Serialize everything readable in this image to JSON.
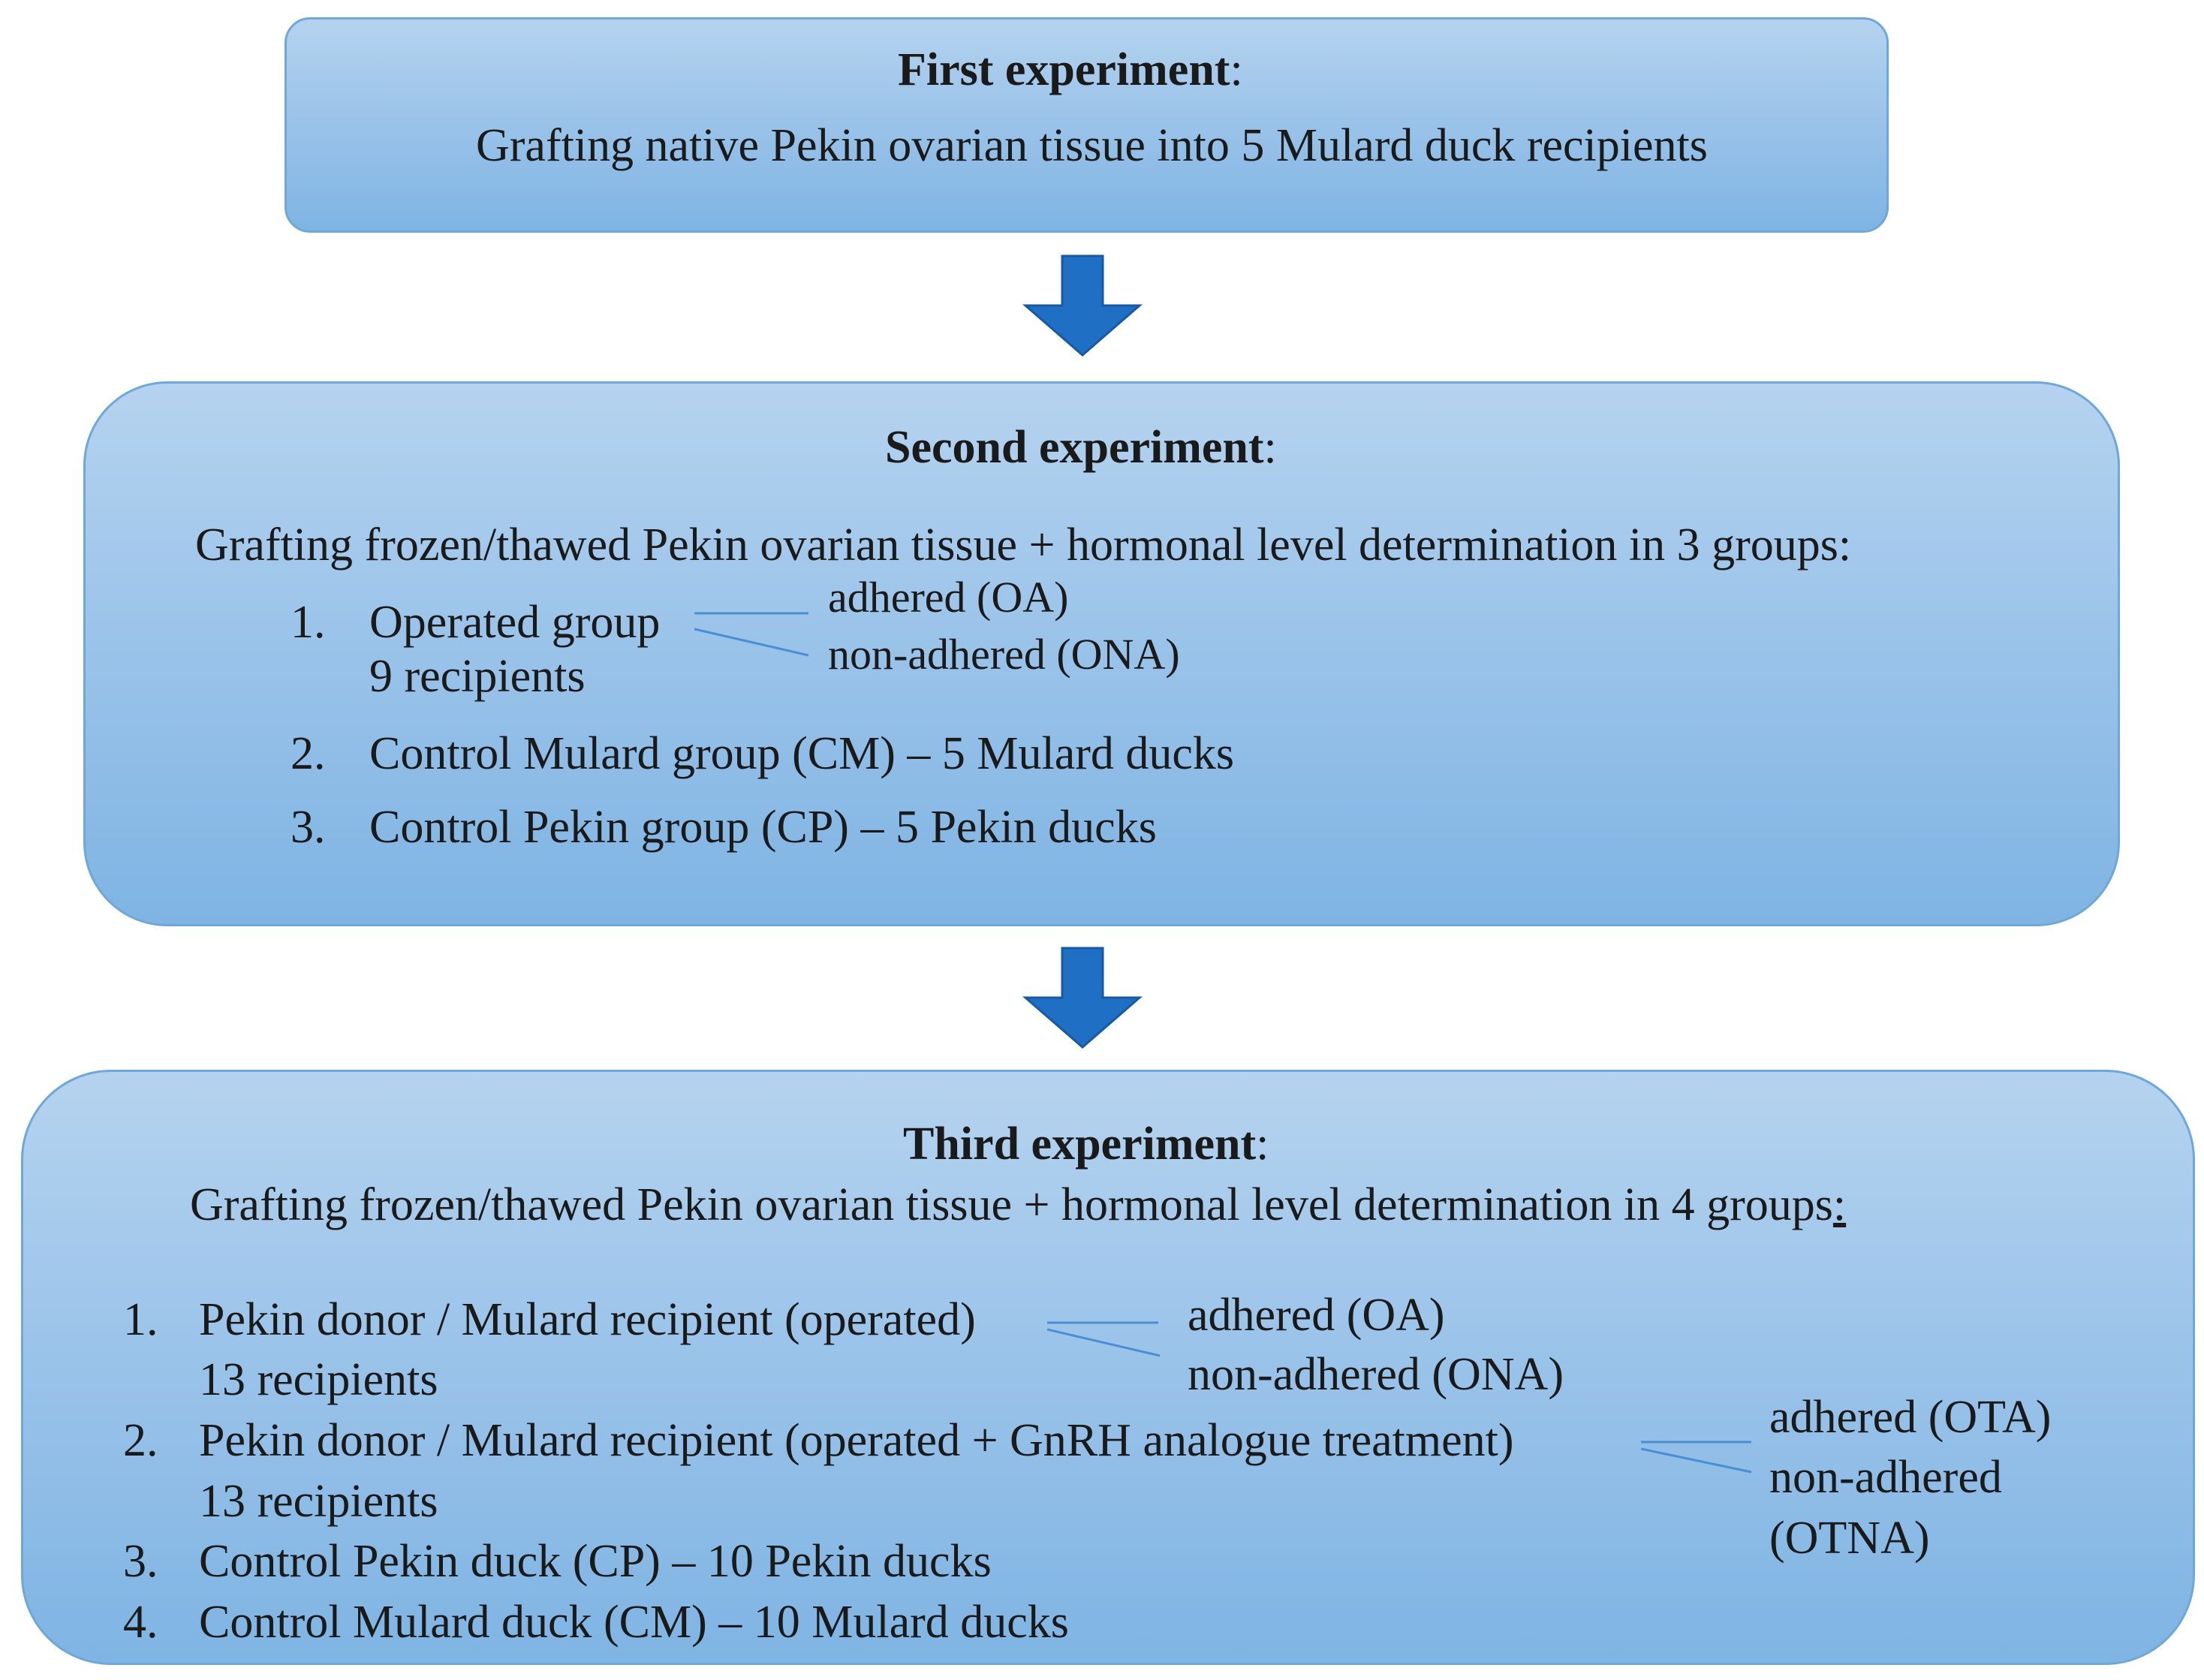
{
  "experiments": [
    {
      "title": "First experiment",
      "title_suffix": ":",
      "description": "Grafting native Pekin ovarian tissue into 5 Mulard duck recipients"
    },
    {
      "title": "Second experiment",
      "title_suffix": ":",
      "description": "Grafting frozen/thawed Pekin ovarian tissue + hormonal level determination in 3 groups:",
      "groups": [
        {
          "number": "1.",
          "label": "Operated group",
          "sublabel": "9 recipients",
          "branches": [
            "adhered (OA)",
            "non-adhered (ONA)"
          ]
        },
        {
          "number": "2.",
          "label": "Control Mulard group (CM) – 5 Mulard ducks"
        },
        {
          "number": "3.",
          "label": "Control Pekin group (CP) – 5 Pekin ducks"
        }
      ]
    },
    {
      "title": "Third experiment",
      "title_suffix": ":",
      "description": "Grafting frozen/thawed Pekin ovarian tissue + hormonal level determination  in 4 groups",
      "description_suffix": ":",
      "groups": [
        {
          "number": "1.",
          "label": "Pekin donor / Mulard recipient (operated)",
          "sublabel": "13 recipients",
          "branches": [
            "adhered (OA)",
            "non-adhered (ONA)"
          ]
        },
        {
          "number": "2.",
          "label": "Pekin donor / Mulard recipient (operated + GnRH analogue treatment)",
          "sublabel": "13 recipients",
          "branches": [
            "adhered (OTA)",
            "non-adhered",
            "(OTNA)"
          ]
        },
        {
          "number": "3.",
          "label": "Control Pekin duck (CP) – 10 Pekin ducks"
        },
        {
          "number": "4.",
          "label": "Control Mulard duck (CM) – 10 Mulard ducks"
        }
      ]
    }
  ],
  "colors": {
    "box_fill": "#9cc4ea",
    "box_border": "#6fa8d8",
    "arrow": "#1f6fc5",
    "connector": "#4a8fd4"
  }
}
